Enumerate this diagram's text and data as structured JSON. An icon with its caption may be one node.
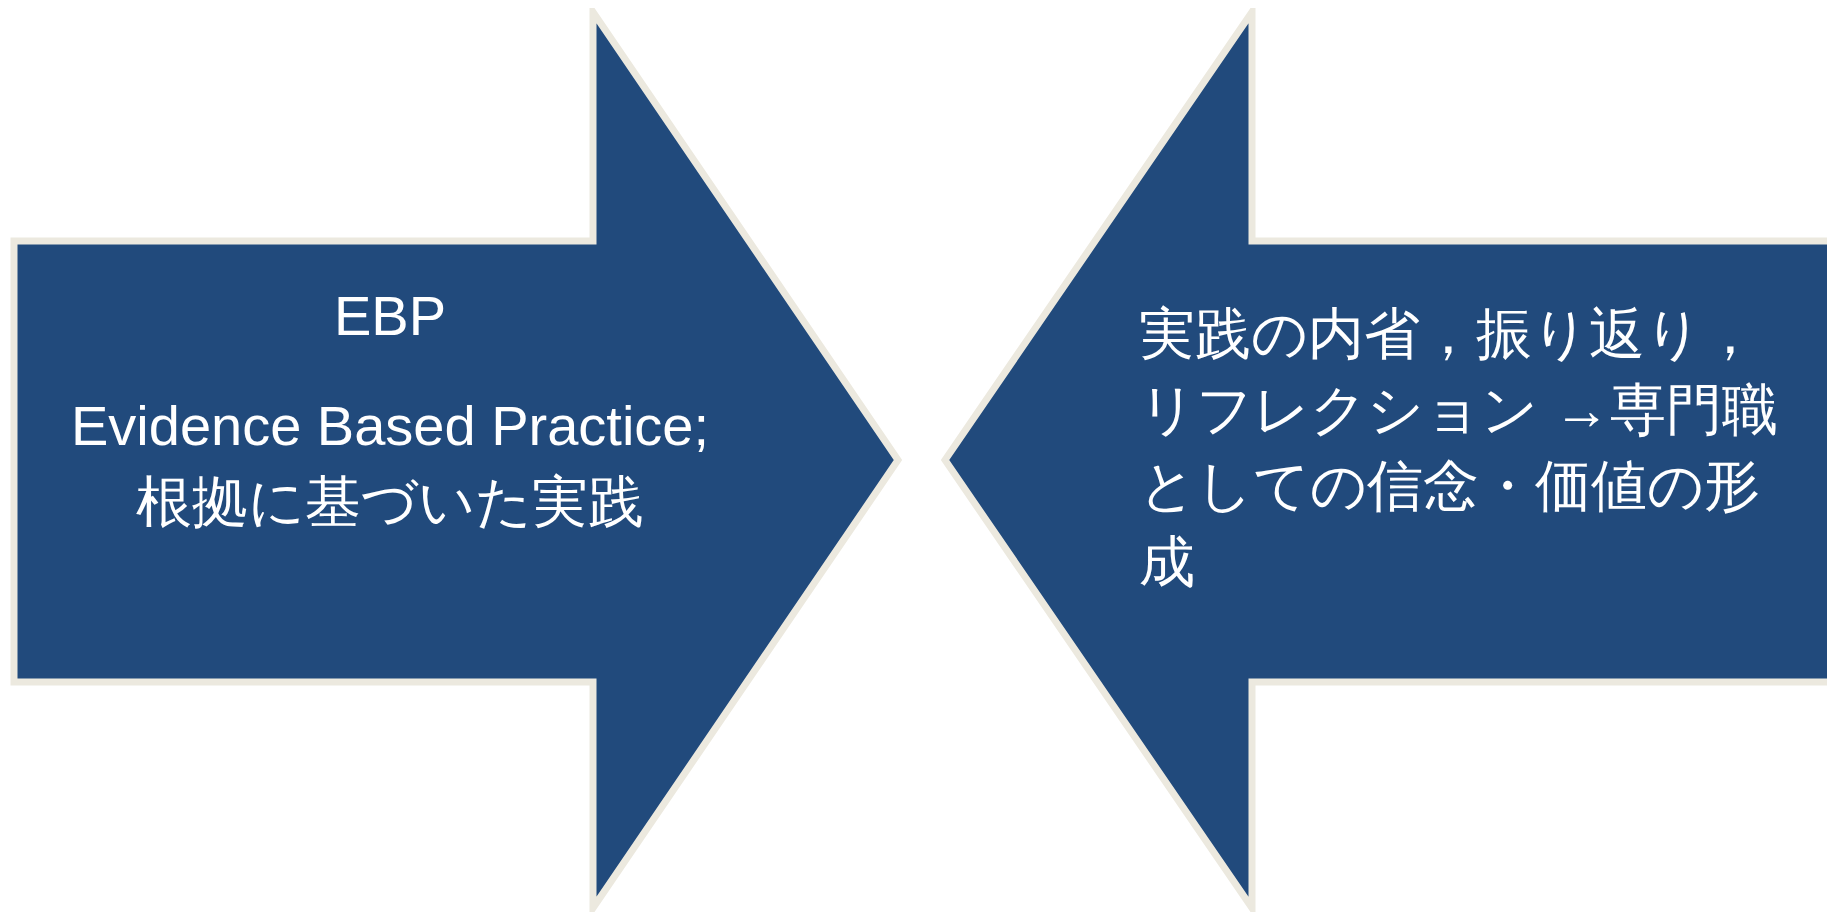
{
  "diagram": {
    "nodes": [
      {
        "text": [
          "EBP",
          "Evidence Based Practice;根拠に基づいた実践"
        ]
      },
      {
        "text": [
          "実践の内省，振り返り，リフレクション →専門職としての信念・価値の形成"
        ]
      }
    ]
  }
}
